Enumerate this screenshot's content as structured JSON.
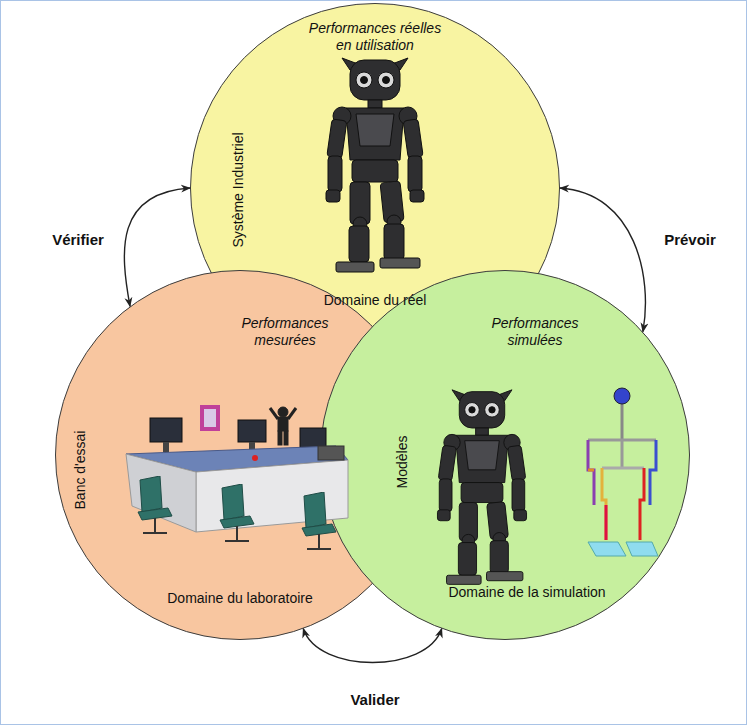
{
  "diagram": {
    "nodes": [
      {
        "text": [
          "Performances réelles en utilisation",
          "Système Industriel",
          "Domaine du réel"
        ]
      },
      {
        "text": [
          "Performances mesurées",
          "Banc d'essai",
          "Domaine du laboratoire"
        ]
      },
      {
        "text": [
          "Performances simulées",
          "Modèles",
          "Domaine de la simulation"
        ]
      }
    ],
    "edges": [
      {
        "from": 0,
        "to": 1,
        "arrow": "both",
        "label": "Vérifier"
      },
      {
        "from": 0,
        "to": 2,
        "arrow": "both",
        "label": "Prévoir"
      },
      {
        "from": 1,
        "to": 2,
        "arrow": "both",
        "label": "Valider"
      }
    ]
  }
}
